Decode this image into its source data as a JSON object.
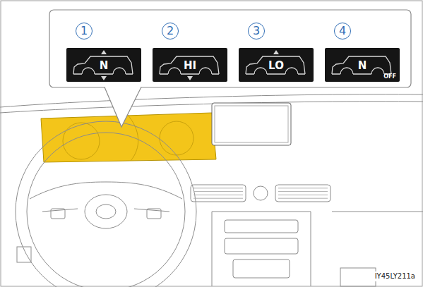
{
  "diagram": {
    "nodes": [
      {
        "text": [
          "N"
        ]
      },
      {
        "text": [
          "HI"
        ]
      },
      {
        "text": [
          "LO"
        ]
      },
      {
        "text": [
          "N",
          "OFF"
        ]
      }
    ],
    "labels": [
      "1",
      "2",
      "3",
      "4",
      "IY45LY211a"
    ]
  }
}
